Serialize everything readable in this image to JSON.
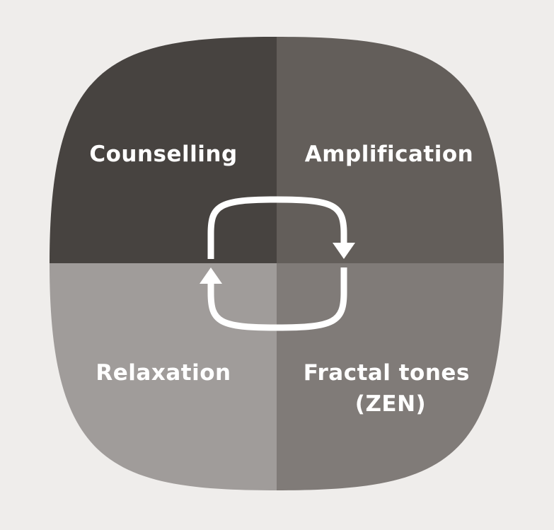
{
  "diagram": {
    "quadrants": [
      {
        "id": "top-left",
        "label_lines": [
          "Counselling"
        ],
        "color": "#474340"
      },
      {
        "id": "top-right",
        "label_lines": [
          "Amplification"
        ],
        "color": "#635e5a"
      },
      {
        "id": "bottom-left",
        "label_lines": [
          "Relaxation"
        ],
        "color": "#a09c9a"
      },
      {
        "id": "bottom-right",
        "label_lines": [
          "Fractal tones",
          "(ZEN)"
        ],
        "color": "#807b78"
      }
    ],
    "background_color": "#efedeb",
    "cycle_arrow_color": "#ffffff",
    "cycle_direction": "clockwise"
  }
}
